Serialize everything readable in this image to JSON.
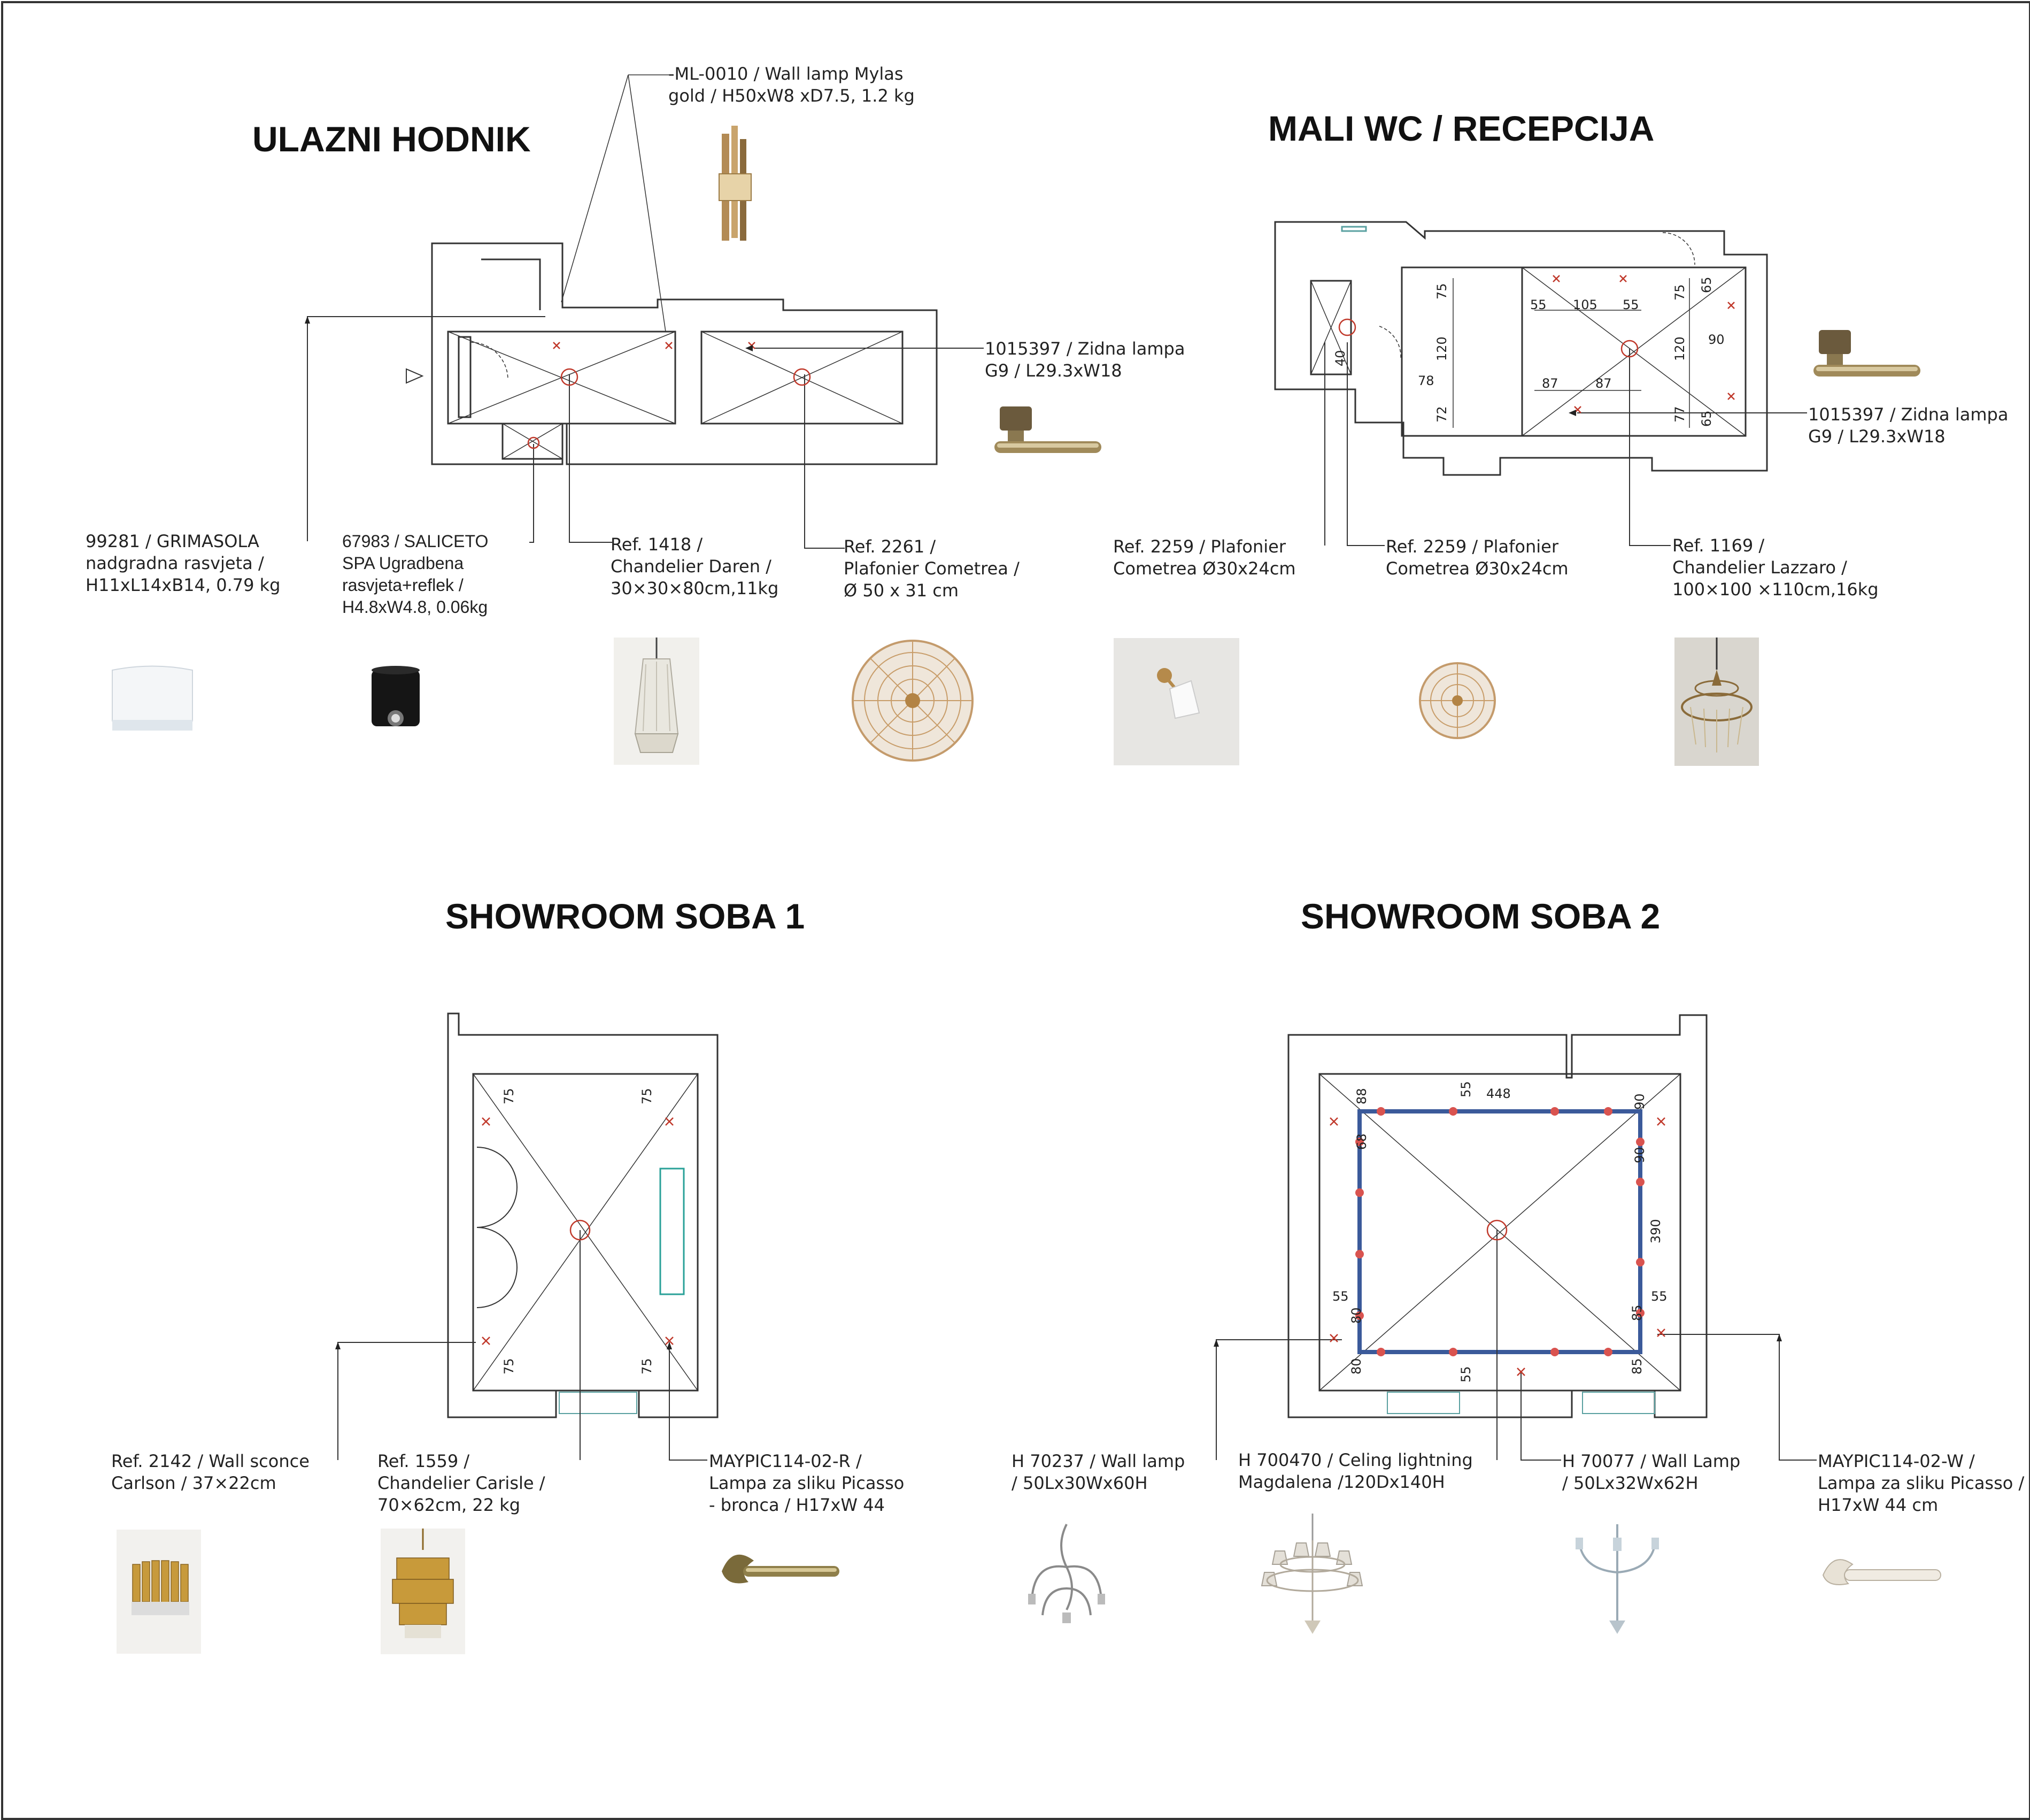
{
  "titles": {
    "entrance": "ULAZNI HODNIK",
    "wc": "MALI WC / RECEPCIJA",
    "showroom1": "SHOWROOM SOBA 1",
    "showroom2": "SHOWROOM SOBA 2"
  },
  "entrance": {
    "labels": {
      "ml0010": "-ML-0010 / Wall lamp Mylas\ngold / H50xW8 xD7.5, 1.2 kg",
      "zidna": "1015397 / Zidna lampa\nG9 / L29.3xW18",
      "grimasola": "99281 / GRIMASOLA\nnadgradna rasvjeta /\nH11xL14xB14, 0.79 kg",
      "saliceto": "67983 / SALICETO\nSPA Ugradbena\nrasvjeta+reflek /\nH4.8xW4.8, 0.06kg",
      "daren": "Ref. 1418 /\nChandelier Daren /\n30×30×80cm,11kg",
      "cometrea": "Ref. 2261 /\nPlafonier Cometrea /\n Ø 50 x 31 cm"
    }
  },
  "wc": {
    "labels": {
      "zidna": "1015397 / Zidna lampa\nG9 / L29.3xW18",
      "plafonier1": "Ref. 2259 / Plafonier\nCometrea Ø30x24cm",
      "plafonier2": "Ref. 2259 / Plafonier\nCometrea Ø30x24cm",
      "lazzaro": "Ref. 1169 /\nChandelier Lazzaro /\n100×100 ×110cm,16kg"
    },
    "dims": [
      "75",
      "120",
      "72",
      "78",
      "40",
      "55",
      "105",
      "55",
      "87",
      "87",
      "75",
      "65",
      "120",
      "90",
      "77",
      "65"
    ]
  },
  "showroom1": {
    "labels": {
      "carlson": "Ref. 2142 / Wall sconce\nCarlson /  37×22cm",
      "carisle": "Ref. 1559 /\nChandelier Carisle /\n70×62cm, 22 kg",
      "maypic": "MAYPIC114-02-R /\nLampa za sliku Picasso\n- bronca / H17xW 44"
    },
    "dims": [
      "75",
      "75",
      "75",
      "75"
    ]
  },
  "showroom2": {
    "labels": {
      "h70237": "H 70237 / Wall lamp\n/ 50Lx30Wx60H",
      "h700470": "H 700470 / Celing lightning\nMagdalena /120Dx140H",
      "h70077": "H 70077 / Wall Lamp\n/ 50Lx32Wx62H",
      "maypicw": "MAYPIC114-02-W /\nLampa za sliku Picasso /\nH17xW 44 cm"
    },
    "dims": [
      "88",
      "55",
      "448",
      "68",
      "90",
      "90",
      "390",
      "55",
      "80",
      "55",
      "80",
      "85",
      "85",
      "55"
    ]
  },
  "colors": {
    "line": "#333333",
    "marker": "#c0392b",
    "strip": "#3b5a9a",
    "strip_dot": "#d9534f",
    "window": "#5aa0a0",
    "teal": "#2aa198"
  },
  "icons": [
    "wall-lamp-icon",
    "chandelier-icon",
    "ceiling-lamp-icon",
    "spotlight-icon",
    "picture-lamp-icon"
  ]
}
